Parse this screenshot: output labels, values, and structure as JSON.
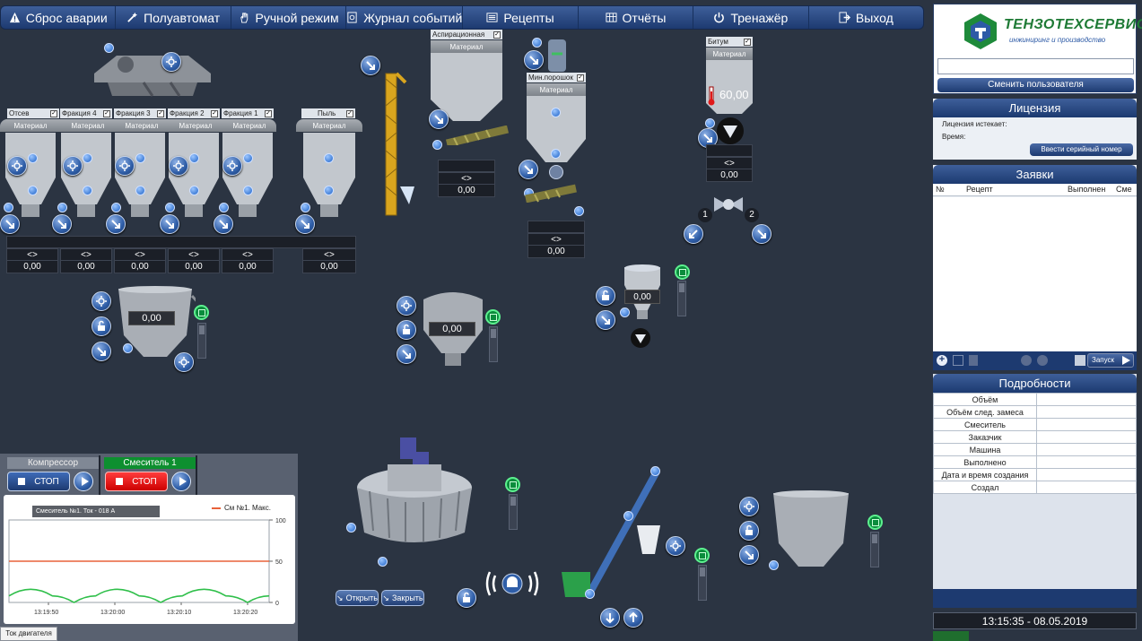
{
  "toolbar": {
    "reset": "Сброс аварии",
    "semi": "Полуавтомат",
    "manual": "Ручной режим",
    "journal": "Журнал событий",
    "recipes": "Рецепты",
    "reports": "Отчёты",
    "trainer": "Тренажёр",
    "exit": "Выход"
  },
  "logo": {
    "brand": "ТЕНЗОТЕХСЕРВИС",
    "tagline": "инжиниринг и производство"
  },
  "user": {
    "field_value": "",
    "change_user_button": "Сменить пользователя"
  },
  "license": {
    "title": "Лицензия",
    "expires_label": "Лицензия истекает:",
    "time_label": "Время:",
    "serial_button": "Ввести серийный номер"
  },
  "orders": {
    "title": "Заявки",
    "columns": [
      "№",
      "Рецепт",
      "Выполнен",
      "Сме"
    ],
    "start_button": "Запуск"
  },
  "details": {
    "title": "Подробности",
    "rows": [
      "Объём",
      "Объём след. замеса",
      "Смеситель",
      "Заказчик",
      "Машина",
      "Выполнено",
      "Дата и время создания",
      "Создал"
    ]
  },
  "clock": "13:15:35 - 08.05.2019",
  "bins": {
    "material": "Материал",
    "b1": "Отсев",
    "b2": "Фракция 4",
    "b3": "Фракция 3",
    "b4": "Фракция 2",
    "b5": "Фракция 1",
    "dust": "Пыль",
    "aspiration": "Аспирационная",
    "minpowder": "Мин.порошок",
    "bitumen": "Битум",
    "bitumen_temp": "60,00",
    "arrows": "<>",
    "value": "0,00"
  },
  "scales": {
    "agg_weigher": "0,00",
    "mp_weigher": "0,00",
    "bit_weigher": "0,00",
    "num1": "1",
    "num2": "2"
  },
  "motors": {
    "compressor": "Компрессор",
    "mixer": "Смеситель 1",
    "stop": "СТОП",
    "graph_title": "Смеситель №1. Ток - 018 А",
    "legend": "См №1. Макс.",
    "tab": "Ток двигателя"
  },
  "mixer_buttons": {
    "open": "Открыть",
    "close": "Закрыть"
  },
  "chart_data": {
    "type": "line",
    "title": "Смеситель №1. Ток - 018 А",
    "x": [
      "13:19:50",
      "13:20:00",
      "13:20:10",
      "13:20:20"
    ],
    "ylim": [
      0,
      100
    ],
    "yticks": [
      "100",
      "50",
      "0"
    ],
    "series": [
      {
        "name": "См №1. Макс.",
        "color": "#e8623a",
        "values": [
          50,
          50,
          50,
          50,
          50,
          50,
          50,
          50,
          50,
          50,
          50,
          50,
          50
        ]
      },
      {
        "name": "",
        "color": "#2fbf4a",
        "values": [
          8,
          16,
          8,
          0,
          8,
          16,
          8,
          0,
          8,
          16,
          8,
          0,
          8
        ]
      }
    ]
  },
  "colors": {
    "accent": "#2f5ea8",
    "background": "#2b3442",
    "stop_red": "#e01919",
    "ok_green": "#0a8c3c"
  }
}
